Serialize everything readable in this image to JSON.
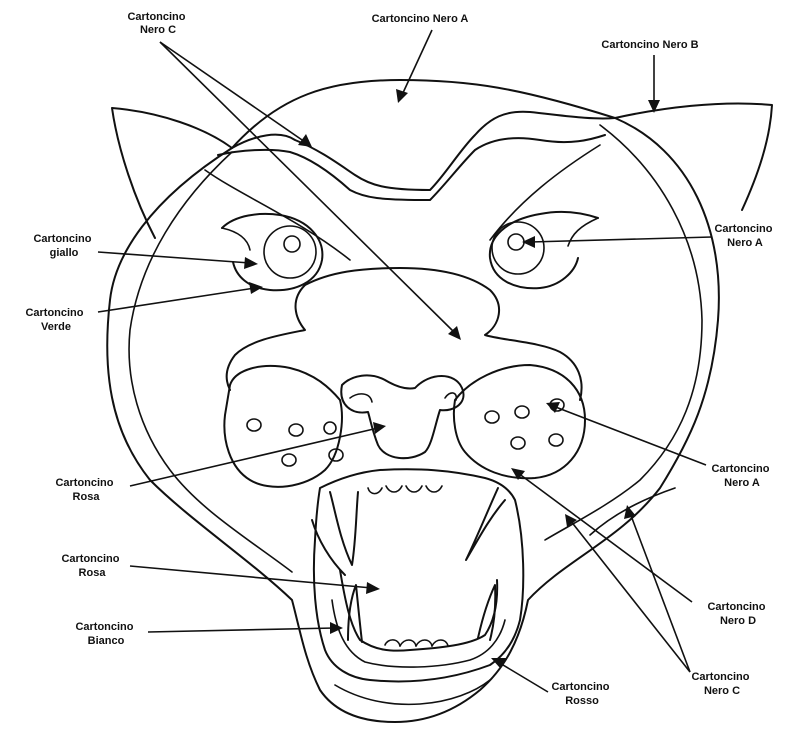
{
  "labels": {
    "nero_c_top": [
      "Cartoncino",
      "Nero C"
    ],
    "nero_a_top": "Cartoncino Nero A",
    "nero_b": "Cartoncino Nero B",
    "giallo": [
      "Cartoncino",
      "giallo"
    ],
    "verde": [
      "Cartoncino",
      "Verde"
    ],
    "nero_a_eye": [
      "Cartoncino",
      "Nero A"
    ],
    "rosa_nose": [
      "Cartoncino",
      "Rosa"
    ],
    "nero_a_muzzle": [
      "Cartoncino",
      "Nero A"
    ],
    "rosa_mouth": [
      "Cartoncino",
      "Rosa"
    ],
    "nero_d": [
      "Cartoncino",
      "Nero D"
    ],
    "bianco": [
      "Cartoncino",
      "Bianco"
    ],
    "nero_c_bottom": [
      "Cartoncino",
      "Nero C"
    ],
    "rosso": [
      "Cartoncino",
      "Rosso"
    ]
  }
}
